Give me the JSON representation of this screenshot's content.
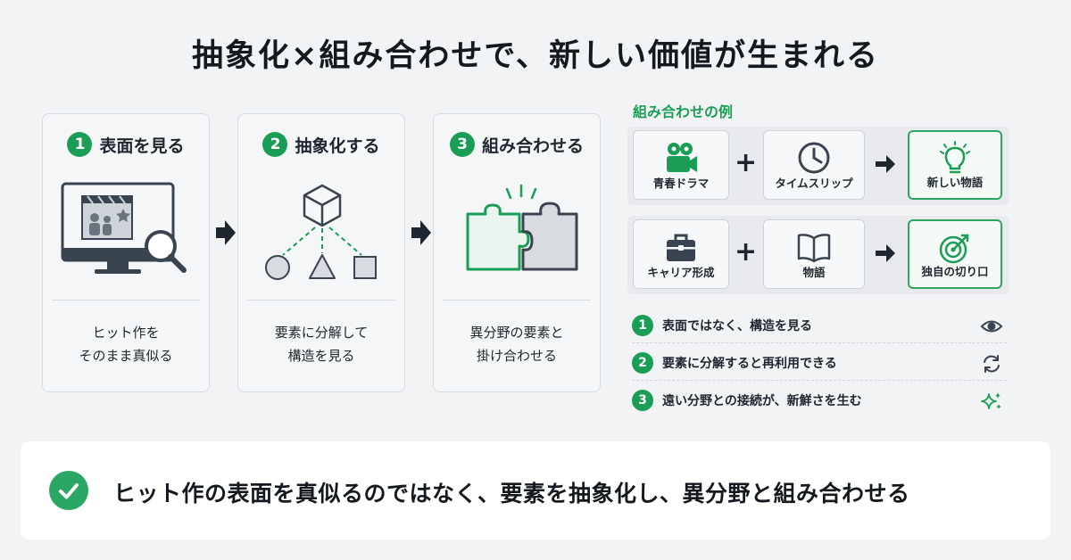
{
  "title": "抽象化×組み合わせで、新しい価値が生まれる",
  "steps": [
    {
      "number": "1",
      "title": "表面を見る",
      "desc_line1": "ヒット作を",
      "desc_line2": "そのまま真似る",
      "icon": "monitor-search-icon"
    },
    {
      "number": "2",
      "title": "抽象化する",
      "desc_line1": "要素に分解して",
      "desc_line2": "構造を見る",
      "icon": "cube-decompose-icon"
    },
    {
      "number": "3",
      "title": "組み合わせる",
      "desc_line1": "異分野の要素と",
      "desc_line2": "掛け合わせる",
      "icon": "puzzle-icon"
    }
  ],
  "examples": {
    "title": "組み合わせの例",
    "rows": [
      {
        "a": "青春ドラマ",
        "a_icon": "movie-camera-icon",
        "b": "タイムスリップ",
        "b_icon": "clock-icon",
        "result": "新しい物語",
        "result_icon": "lightbulb-icon"
      },
      {
        "a": "キャリア形成",
        "a_icon": "briefcase-icon",
        "b": "物語",
        "b_icon": "book-icon",
        "result": "独自の切り口",
        "result_icon": "target-icon"
      }
    ],
    "plus": "+",
    "points": [
      {
        "number": "1",
        "text": "表面ではなく、構造を見る",
        "icon": "eye-icon"
      },
      {
        "number": "2",
        "text": "要素に分解すると再利用できる",
        "icon": "refresh-icon"
      },
      {
        "number": "3",
        "text": "遠い分野との接続が、新鮮さを生む",
        "icon": "sparkle-icon"
      }
    ]
  },
  "banner": {
    "text": "ヒット作の表面を真似るのではなく、要素を抽象化し、異分野と組み合わせる",
    "icon": "check-circle-icon"
  },
  "colors": {
    "accent": "#1a9e55",
    "accent_light": "#2aa764",
    "dark": "#1e2630",
    "background": "#f2f3f5"
  }
}
